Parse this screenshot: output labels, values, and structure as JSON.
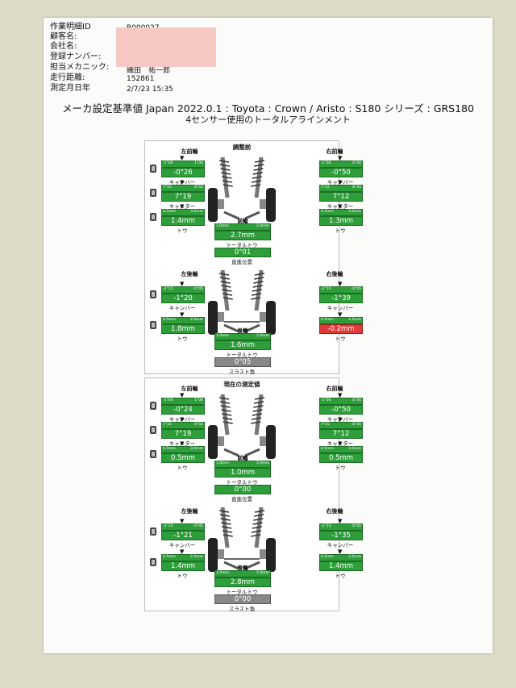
{
  "header": {
    "work_id_label": "作業明細ID",
    "work_id_value": "R000027",
    "customer_label": "顧客名:",
    "company_label": "会社名:",
    "plate_label": "登録ナンバー:",
    "mechanic_label": "担当メカニック:",
    "mechanic_value": "織田　祐一郎",
    "mileage_label": "走行距離:",
    "mileage_value": "152861",
    "date_label": "測定月日年",
    "date_value": "2/7/23 15:35"
  },
  "title": "メーカ設定基準値 Japan 2022.0.1 : Toyota : Crown / Aristo : S180 シリーズ : GRS180",
  "subtitle": "4センサー使用のトータルアラインメント",
  "blocks": [
    {
      "title": "調整前",
      "fl": {
        "label": "左前輪",
        "camber": {
          "min": "-1°00",
          "max": "1°00",
          "value": "-0°26",
          "label": "キャンバー"
        },
        "caster": {
          "min": "7°15",
          "max": "8°55",
          "value": "7°19",
          "label": "キャスター"
        },
        "toe": {
          "min": "0.5mm",
          "max": "3.5mm",
          "value": "1.4mm",
          "label": "トウ"
        }
      },
      "fr": {
        "label": "右前輪",
        "camber": {
          "min": "-1°00",
          "max": "0°30",
          "value": "-0°50",
          "label": "キャンバー"
        },
        "caster": {
          "min": "7°15",
          "max": "8°45",
          "value": "7°12",
          "label": "キャスター"
        },
        "toe": {
          "min": "0.5mm",
          "max": "3.5mm",
          "value": "1.3mm",
          "label": "トウ"
        }
      },
      "front_total": {
        "label": "前輪",
        "min": "1.0mm",
        "max": "5.0mm",
        "value": "2.7mm",
        "sub": "トータルトウ"
      },
      "steer": {
        "value": "0°01",
        "label": "直進位置"
      },
      "rl": {
        "label": "左後輪",
        "camber": {
          "min": "-2°15",
          "max": "-0°45",
          "value": "-1°20",
          "label": "キャンバー"
        },
        "toe": {
          "min": "0.5mm",
          "max": "2.5mm",
          "value": "1.8mm",
          "label": "トウ"
        }
      },
      "rr": {
        "label": "右後輪",
        "camber": {
          "min": "-2°15",
          "max": "-0°45",
          "value": "-1°39",
          "label": "キャンバー"
        },
        "toe": {
          "min": "0.5mm",
          "max": "2.5mm",
          "value": "-0.2mm",
          "label": "トウ",
          "bad": true
        }
      },
      "rear_total": {
        "label": "後輪",
        "min": "1.0mm",
        "max": "5.0mm",
        "value": "1.6mm",
        "sub": "トータルトウ"
      },
      "thrust": {
        "value": "0°05",
        "label": "スラスト角"
      }
    },
    {
      "title": "現在の測定値",
      "fl": {
        "label": "左前輪",
        "camber": {
          "min": "-1°00",
          "max": "1°00",
          "value": "-0°24",
          "label": "キャンバー"
        },
        "caster": {
          "min": "7°15",
          "max": "8°55",
          "value": "7°19",
          "label": "キャスター"
        },
        "toe": {
          "min": "0.5mm",
          "max": "3.5mm",
          "value": "0.5mm",
          "label": "トウ"
        }
      },
      "fr": {
        "label": "右前輪",
        "camber": {
          "min": "-1°00",
          "max": "0°30",
          "value": "-0°50",
          "label": "キャンバー"
        },
        "caster": {
          "min": "7°15",
          "max": "8°45",
          "value": "7°12",
          "label": "キャスター"
        },
        "toe": {
          "min": "0.5mm",
          "max": "3.5mm",
          "value": "0.5mm",
          "label": "トウ"
        }
      },
      "front_total": {
        "label": "前輪",
        "min": "1.0mm",
        "max": "5.0mm",
        "value": "1.0mm",
        "sub": "トータルトウ"
      },
      "steer": {
        "value": "0°00",
        "label": "直進位置"
      },
      "rl": {
        "label": "左後輪",
        "camber": {
          "min": "-2°15",
          "max": "-0°45",
          "value": "-1°21",
          "label": "キャンバー"
        },
        "toe": {
          "min": "0.5mm",
          "max": "2.5mm",
          "value": "1.4mm",
          "label": "トウ"
        }
      },
      "rr": {
        "label": "右後輪",
        "camber": {
          "min": "-2°15",
          "max": "-0°45",
          "value": "-1°35",
          "label": "キャンバー"
        },
        "toe": {
          "min": "0.5mm",
          "max": "2.5mm",
          "value": "1.4mm",
          "label": "トウ"
        }
      },
      "rear_total": {
        "label": "後輪",
        "min": "1.0mm",
        "max": "5.0mm",
        "value": "2.8mm",
        "sub": "トータルトウ"
      },
      "thrust": {
        "value": "0°00",
        "label": "スラスト角"
      }
    }
  ]
}
